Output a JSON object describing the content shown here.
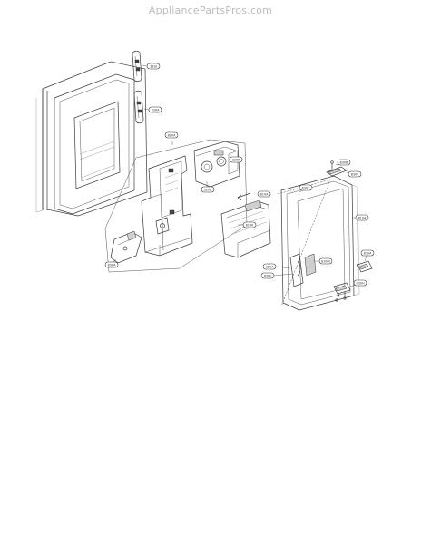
{
  "watermark": "AppliancePartsPros.com",
  "callouts": {
    "c1": "330J",
    "c2": "330A",
    "c3": "810A",
    "c4": "320R",
    "c5": "320A",
    "c6": "810K",
    "c7": "830B",
    "c8": "830F",
    "c9": "830C",
    "c10": "810A",
    "c11": "830M",
    "c12": "310A",
    "c13": "830A",
    "c14": "830E",
    "c15": "870A",
    "c16": "830H"
  }
}
